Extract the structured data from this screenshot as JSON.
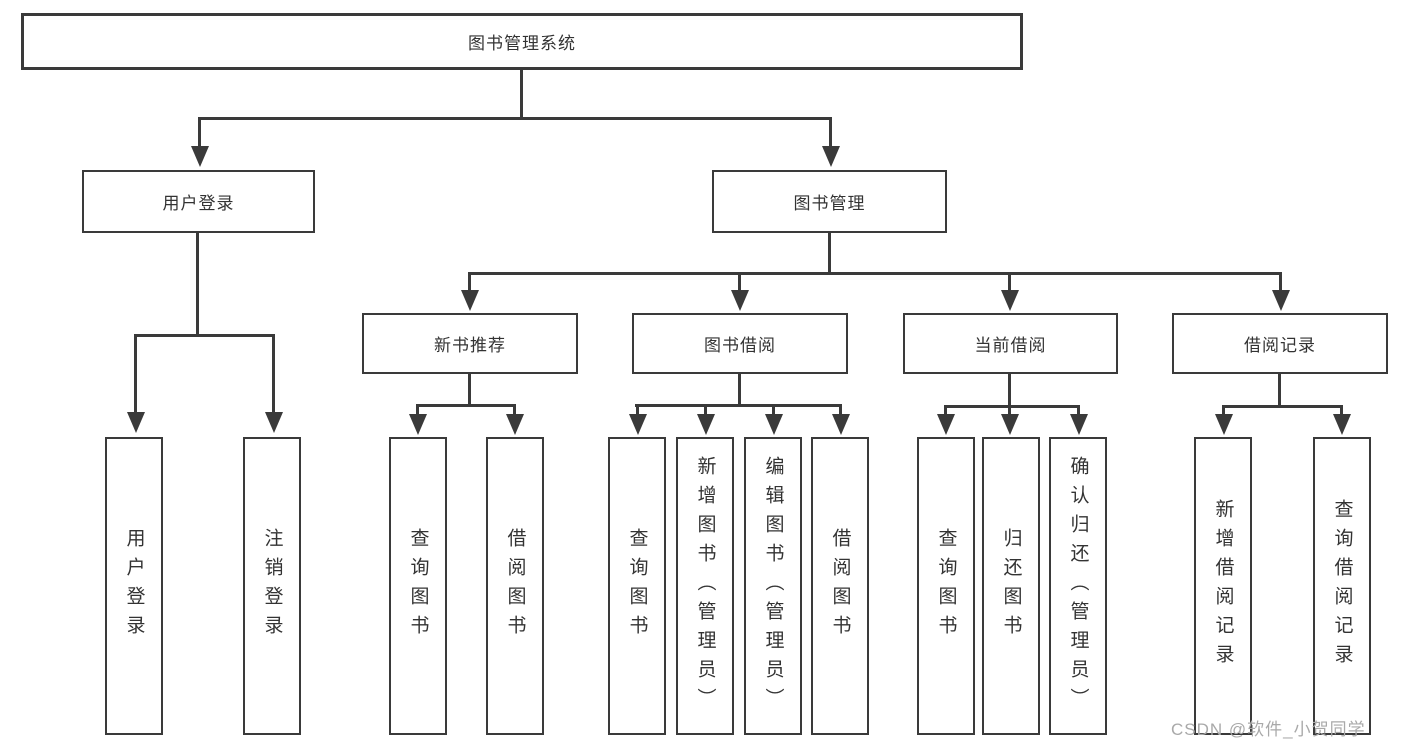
{
  "diagram": {
    "title": {
      "label": "图书管理系统"
    },
    "level2": [
      {
        "id": "user-login",
        "label": "用户登录",
        "parent": "图书管理系统"
      },
      {
        "id": "book-management",
        "label": "图书管理",
        "parent": "图书管理系统"
      }
    ],
    "level3": [
      {
        "id": "new-book-recommend",
        "label": "新书推荐",
        "parent": "图书管理"
      },
      {
        "id": "book-borrowing",
        "label": "图书借阅",
        "parent": "图书管理"
      },
      {
        "id": "current-borrowing",
        "label": "当前借阅",
        "parent": "图书管理"
      },
      {
        "id": "borrowing-records",
        "label": "借阅记录",
        "parent": "图书管理"
      }
    ],
    "leaves": [
      {
        "label": "用户登录",
        "parent": "用户登录"
      },
      {
        "label": "注销登录",
        "parent": "用户登录"
      },
      {
        "label": "查询图书",
        "parent": "新书推荐"
      },
      {
        "label": "借阅图书",
        "parent": "新书推荐"
      },
      {
        "label": "查询图书",
        "parent": "图书借阅"
      },
      {
        "label": "新增图书（管理员）",
        "parent": "图书借阅"
      },
      {
        "label": "编辑图书（管理员）",
        "parent": "图书借阅"
      },
      {
        "label": "借阅图书",
        "parent": "图书借阅"
      },
      {
        "label": "查询图书",
        "parent": "当前借阅"
      },
      {
        "label": "归还图书",
        "parent": "当前借阅"
      },
      {
        "label": "确认归还（管理员）",
        "parent": "当前借阅"
      },
      {
        "label": "新增借阅记录",
        "parent": "借阅记录"
      },
      {
        "label": "查询借阅记录",
        "parent": "借阅记录"
      }
    ],
    "watermark": {
      "label": "CSDN @软件_小贺同学"
    },
    "colors": {
      "line": "#3a3a3a",
      "text": "#333333",
      "watermark": "#a9a9a9",
      "background": "#ffffff"
    }
  }
}
